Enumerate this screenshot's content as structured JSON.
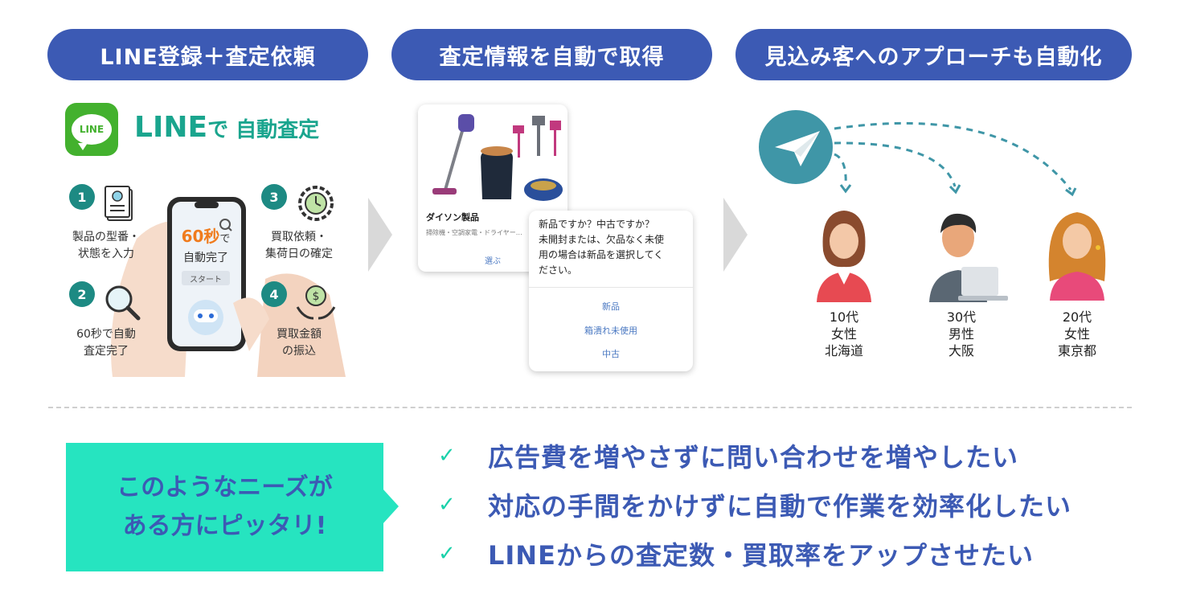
{
  "headers": [
    "LINE登録＋査定依頼",
    "査定情報を自動で取得",
    "見込み客へのアプローチも自動化"
  ],
  "line_section": {
    "logo_text": "LINE",
    "title_main": "LINE",
    "title_rest": "で 自動査定",
    "steps": [
      {
        "num": "1",
        "label": "製品の型番・\n状態を入力"
      },
      {
        "num": "2",
        "label": "60秒で自動\n査定完了"
      },
      {
        "num": "3",
        "label": "買取依頼・\n集荷日の確定"
      },
      {
        "num": "4",
        "label": "買取金額\nの振込"
      }
    ],
    "phone": {
      "seconds": "60秒",
      "de": "で",
      "done": "自動完了",
      "start": "スタート"
    }
  },
  "product_section": {
    "card_title": "ダイソン製品",
    "card_sub": "掃除機・空調家電・ドライヤー…",
    "card_select": "選ぶ",
    "question": "新品ですか？中古ですか？\n未開封または、欠品なく未使\n用の場合は新品を選択してく\nださい。",
    "options": [
      "新品",
      "箱潰れ未使用",
      "中古"
    ]
  },
  "approach_section": {
    "people": [
      {
        "age": "10代",
        "gender": "女性",
        "region": "北海道"
      },
      {
        "age": "30代",
        "gender": "男性",
        "region": "大阪"
      },
      {
        "age": "20代",
        "gender": "女性",
        "region": "東京都"
      }
    ]
  },
  "needs": {
    "box_line1": "このようなニーズが",
    "box_line2": "ある方にピッタリ!",
    "check_icon": "✓",
    "items": [
      "広告費を増やさずに問い合わせを増やしたい",
      "対応の手間をかけずに自動で作業を効率化したい",
      "LINEからの査定数・買取率をアップさせたい"
    ]
  },
  "colors": {
    "header_blue": "#3c5ab4",
    "line_green": "#43b12e",
    "teal": "#1d8a83",
    "accent_mint": "#26e4c0",
    "check_green": "#1ad1aa",
    "timer_orange": "#f07b1d"
  }
}
